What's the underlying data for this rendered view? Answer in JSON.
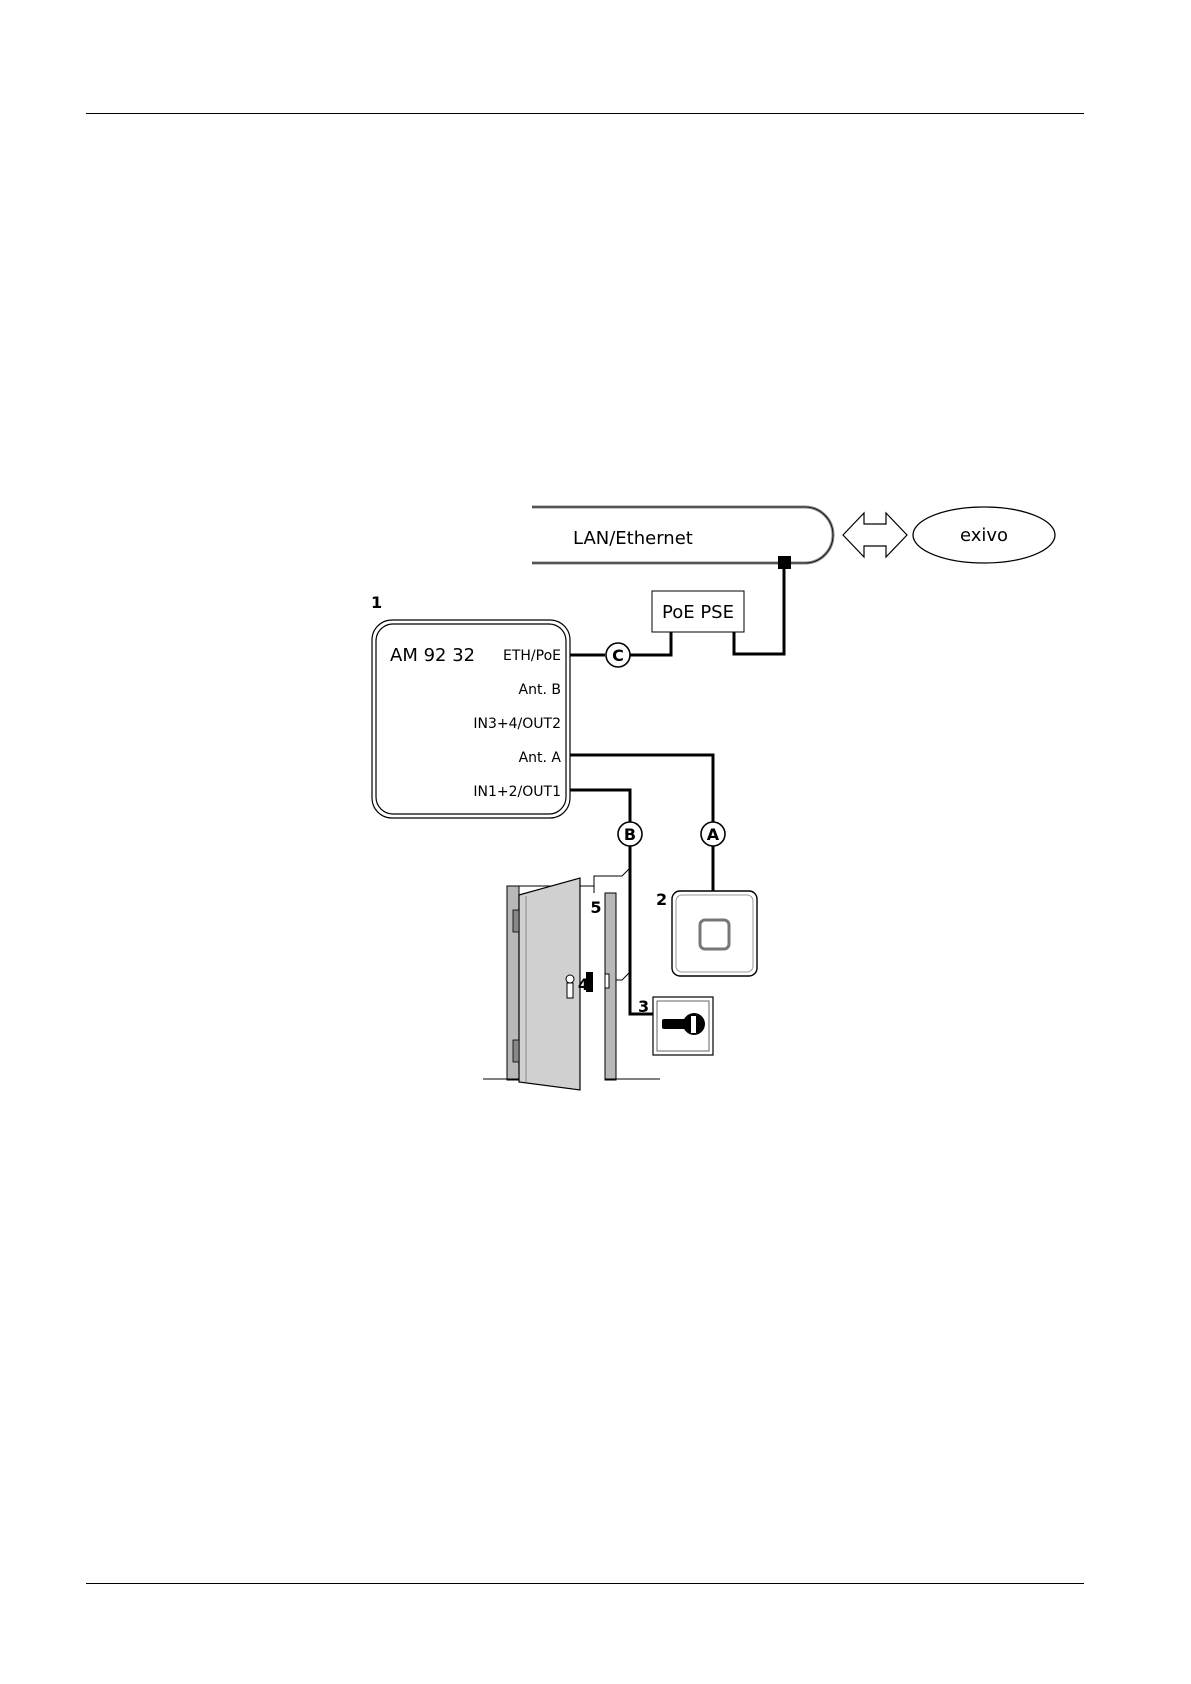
{
  "network": {
    "label": "LAN/Ethernet"
  },
  "cloud": {
    "label": "exivo"
  },
  "poe": {
    "label": "PoE PSE"
  },
  "module": {
    "number": "1",
    "name": "AM 92 32",
    "ports": [
      "ETH/PoE",
      "Ant. B",
      "IN3+4/OUT2",
      "Ant. A",
      "IN1+2/OUT1"
    ]
  },
  "cables": {
    "a": "A",
    "b": "B",
    "c": "C"
  },
  "components": {
    "reader": "2",
    "keyswitch": "3",
    "contact": "4",
    "lock": "5"
  }
}
